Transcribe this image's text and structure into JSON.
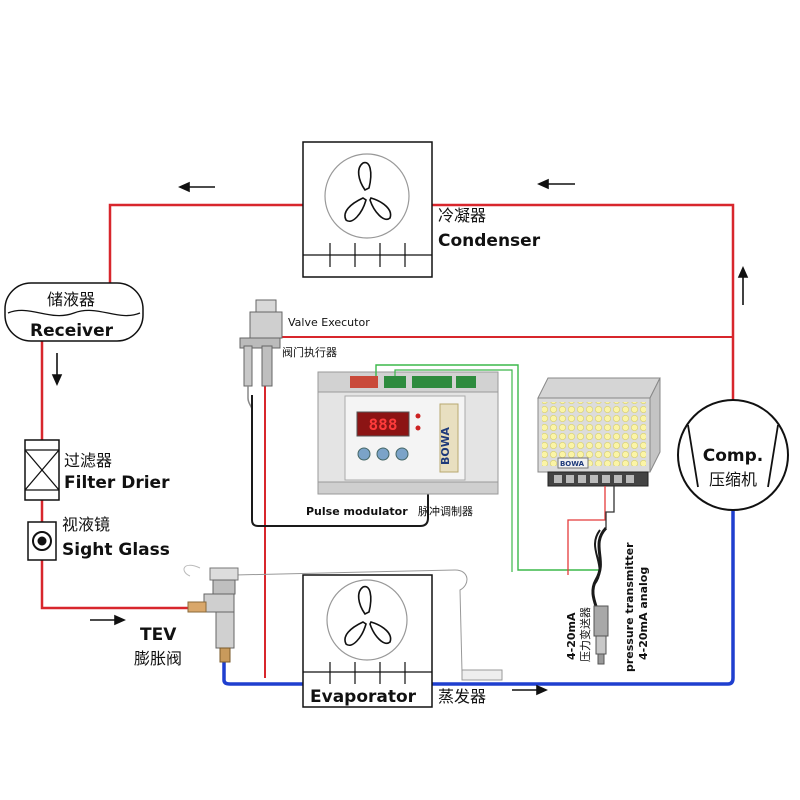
{
  "condenser": {
    "label_zh": "冷凝器",
    "label_en": "Condenser"
  },
  "evaporator": {
    "label_zh": "蒸发器",
    "label_en": "Evaporator"
  },
  "receiver": {
    "label_zh": "储液器",
    "label_en": "Receiver"
  },
  "filter_drier": {
    "label_zh": "过滤器",
    "label_en": "Filter Drier"
  },
  "sight_glass": {
    "label_zh": "视液镜",
    "label_en": "Sight Glass"
  },
  "tev": {
    "label_en": "TEV",
    "label_zh": "膨胀阀"
  },
  "compressor": {
    "label_en": "Comp.",
    "label_zh": "压缩机"
  },
  "valve_executor": {
    "label_en": "Valve Executor",
    "label_zh": "阀门执行器"
  },
  "pulse_modulator": {
    "label_en": "Pulse modulator",
    "label_zh": "脉冲调制器",
    "brand": "BOWA"
  },
  "power_supply": {
    "brand": "BOWA"
  },
  "pressure_transmitter": {
    "label_a1": "4-20mA",
    "label_a2": "压力变送器",
    "label_b1": "pressure transmitter",
    "label_b2": "4-20mA analog"
  },
  "colors": {
    "high_pressure_line": "#d8262c",
    "low_pressure_line": "#1f3fcf",
    "signal_wire": "#3cb84a",
    "control_wire": "#e43b3b",
    "black_cable": "#1a1a1a"
  }
}
